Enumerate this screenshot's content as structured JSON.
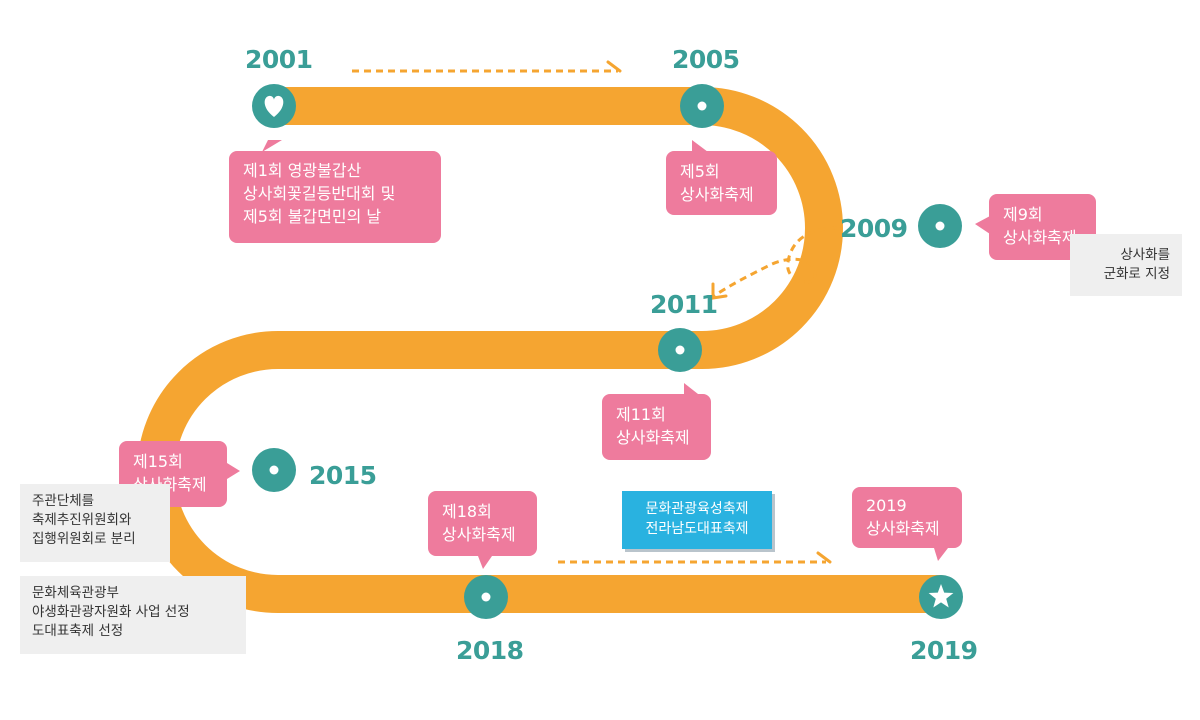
{
  "colors": {
    "track": "#f5a531",
    "node": "#3a9e97",
    "bubble": "#ee7b9d",
    "note_bg": "#efefef",
    "highlight": "#29b2e0",
    "dashed_arrow": "#f5a531"
  },
  "timeline": {
    "years": [
      "2001",
      "2005",
      "2009",
      "2011",
      "2015",
      "2018",
      "2019"
    ],
    "nodes": [
      {
        "year": "2001",
        "icon": "heart-icon"
      },
      {
        "year": "2005",
        "icon": "dot-icon"
      },
      {
        "year": "2009",
        "icon": "dot-icon"
      },
      {
        "year": "2011",
        "icon": "dot-icon"
      },
      {
        "year": "2015",
        "icon": "dot-icon"
      },
      {
        "year": "2018",
        "icon": "dot-icon"
      },
      {
        "year": "2019",
        "icon": "star-icon"
      }
    ],
    "events": {
      "e2001": [
        "제1회 영광불갑산",
        "상사회꽃길등반대회 및",
        "제5회 불갑면민의 날"
      ],
      "e2005": [
        "제5회",
        "상사화축제"
      ],
      "e2009": [
        "제9회",
        "상사화축제"
      ],
      "e2011": [
        "제11회",
        "상사화축제"
      ],
      "e2015": [
        "제15회",
        "상사화축제"
      ],
      "e2018": [
        "제18회",
        "상사화축제"
      ],
      "e2019": [
        "2019",
        "상사화축제"
      ]
    },
    "notes": {
      "n2009": [
        "상사화를",
        "군화로 지정"
      ],
      "n2015a": [
        "주관단체를",
        "축제추진위원회와",
        "집행위원회로 분리"
      ],
      "n2015b": [
        "문화체육관광부",
        "야생화관광자원화 사업 선정",
        "도대표축제 선정"
      ]
    },
    "highlight": [
      "문화관광육성축제",
      "전라남도대표축제"
    ]
  }
}
